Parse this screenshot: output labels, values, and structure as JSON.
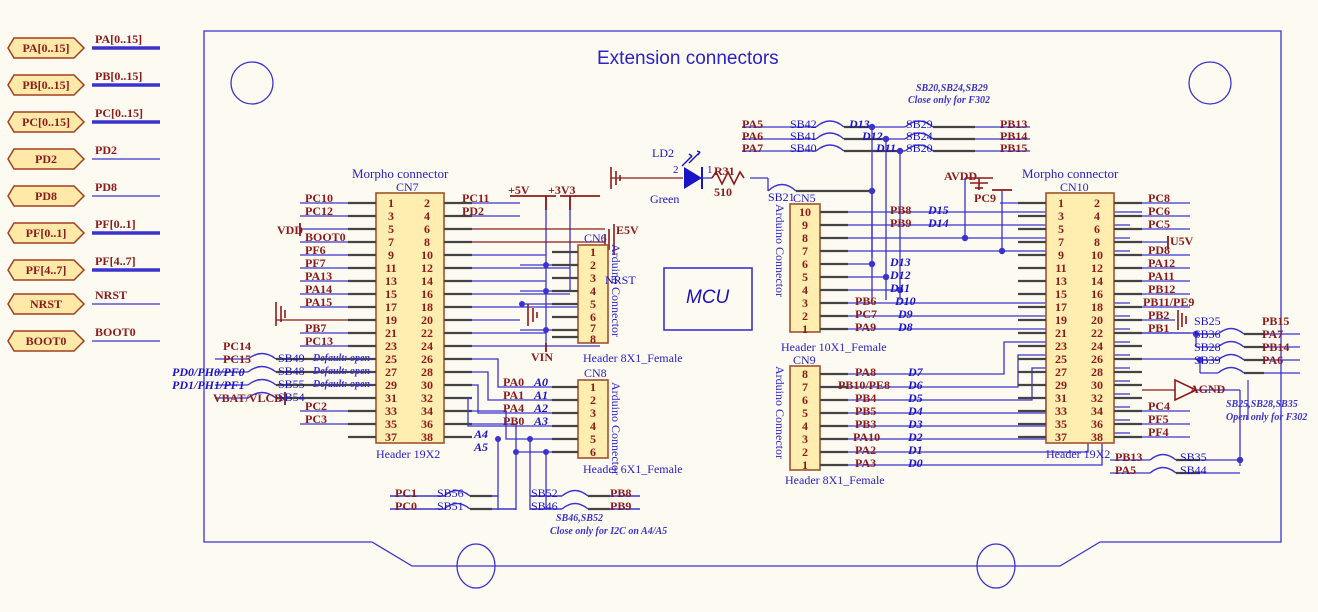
{
  "title": "Extension connectors",
  "mcu_block": {
    "label": "MCU"
  },
  "colors": {
    "wire": "#3b33d0",
    "bus": "#3b33d0",
    "net_text": "#8b1a1a",
    "blue_text": "#1a14c8",
    "port_fill": "#ffe9a8",
    "port_stroke": "#a04020",
    "conn_fill": "#ffeeb0",
    "conn_stroke": "#a0522d",
    "background": "#fdfaf2"
  },
  "left_ports": [
    {
      "name": "PA[0..15]",
      "net": "PA[0..15]",
      "bus": true
    },
    {
      "name": "PB[0..15]",
      "net": "PB[0..15]",
      "bus": true
    },
    {
      "name": "PC[0..15]",
      "net": "PC[0..15]",
      "bus": true
    },
    {
      "name": "PD2",
      "net": "PD2",
      "bus": false
    },
    {
      "name": "PD8",
      "net": "PD8",
      "bus": false
    },
    {
      "name": "PF[0..1]",
      "net": "PF[0..1]",
      "bus": true
    },
    {
      "name": "PF[4..7]",
      "net": "PF[4..7]",
      "bus": true
    },
    {
      "name": "NRST",
      "net": "NRST",
      "bus": false
    },
    {
      "name": "BOOT0",
      "net": "BOOT0",
      "bus": false
    }
  ],
  "connectors": {
    "cn7": {
      "title": "Morpho connector",
      "ref": "CN7",
      "footprint": "Header 19X2",
      "left_pins": [
        "1",
        "3",
        "5",
        "7",
        "9",
        "11",
        "13",
        "15",
        "17",
        "19",
        "21",
        "23",
        "25",
        "27",
        "29",
        "31",
        "33",
        "35",
        "37"
      ],
      "right_pins": [
        "2",
        "4",
        "6",
        "8",
        "10",
        "12",
        "14",
        "16",
        "18",
        "20",
        "22",
        "24",
        "26",
        "28",
        "30",
        "32",
        "34",
        "36",
        "38"
      ],
      "left_labels": [
        "PC10",
        "PC12",
        "",
        "BOOT0",
        "PF6",
        "PF7",
        "PA13",
        "PA14",
        "PA15",
        "",
        "PB7",
        "PC13",
        "",
        "",
        "",
        "",
        "",
        "PC2",
        "PC3"
      ],
      "right_labels": [
        "PC11",
        "PD2",
        "",
        "",
        "",
        "",
        "",
        "",
        "",
        "",
        "",
        "",
        "",
        "",
        "",
        "",
        "",
        "",
        ""
      ]
    },
    "cn6": {
      "ref": "CN6",
      "side_label": "Arduino Connector",
      "footprint": "Header 8X1_Female",
      "pins": [
        "1",
        "2",
        "3",
        "4",
        "5",
        "6",
        "7",
        "8"
      ]
    },
    "cn8": {
      "ref": "CN8",
      "side_label": "Arduino Connector",
      "footprint": "Header 6X1_Female",
      "pins": [
        "1",
        "2",
        "3",
        "4",
        "5",
        "6"
      ],
      "nets": [
        {
          "mcu": "PA0",
          "ard": "A0"
        },
        {
          "mcu": "PA1",
          "ard": "A1"
        },
        {
          "mcu": "PA4",
          "ard": "A2"
        },
        {
          "mcu": "PB0",
          "ard": "A3"
        },
        {
          "mcu": "",
          "ard": "A4"
        },
        {
          "mcu": "",
          "ard": "A5"
        }
      ]
    },
    "cn5": {
      "ref": "CN5",
      "side_label": "Arduino Connector",
      "footprint": "Header 10X1_Female",
      "pins": [
        "10",
        "9",
        "8",
        "7",
        "6",
        "5",
        "4",
        "3",
        "2",
        "1"
      ],
      "nets": [
        {
          "mcu": "PB8",
          "ard": "D15"
        },
        {
          "mcu": "PB9",
          "ard": "D14"
        },
        {
          "mcu": "",
          "ard": ""
        },
        {
          "mcu": "",
          "ard": ""
        },
        {
          "mcu": "",
          "ard": "D13"
        },
        {
          "mcu": "",
          "ard": "D12"
        },
        {
          "mcu": "",
          "ard": "D11"
        },
        {
          "mcu": "PB6",
          "ard": "D10"
        },
        {
          "mcu": "PC7",
          "ard": "D9"
        },
        {
          "mcu": "PA9",
          "ard": "D8"
        }
      ]
    },
    "cn9": {
      "ref": "CN9",
      "side_label": "Arduino Connector",
      "footprint": "Header 8X1_Female",
      "pins": [
        "8",
        "7",
        "6",
        "5",
        "4",
        "3",
        "2",
        "1"
      ],
      "nets": [
        {
          "mcu": "PA8",
          "ard": "D7"
        },
        {
          "mcu": "PB10/PE8",
          "ard": "D6"
        },
        {
          "mcu": "PB4",
          "ard": "D5"
        },
        {
          "mcu": "PB5",
          "ard": "D4"
        },
        {
          "mcu": "PB3",
          "ard": "D3"
        },
        {
          "mcu": "PA10",
          "ard": "D2"
        },
        {
          "mcu": "PA2",
          "ard": "D1"
        },
        {
          "mcu": "PA3",
          "ard": "D0"
        }
      ]
    },
    "cn10": {
      "title": "Morpho connector",
      "ref": "CN10",
      "footprint": "Header 19X2",
      "left_pins": [
        "1",
        "3",
        "5",
        "7",
        "9",
        "11",
        "13",
        "15",
        "17",
        "19",
        "21",
        "23",
        "25",
        "27",
        "29",
        "31",
        "33",
        "35",
        "37"
      ],
      "right_pins": [
        "2",
        "4",
        "6",
        "8",
        "10",
        "12",
        "14",
        "16",
        "18",
        "20",
        "22",
        "24",
        "26",
        "28",
        "30",
        "32",
        "34",
        "36",
        "38"
      ],
      "left_labels": [
        "PC9",
        "",
        "",
        "",
        "",
        "",
        "",
        "",
        "",
        "",
        "",
        "",
        "",
        "",
        "",
        "",
        "",
        "",
        ""
      ],
      "right_labels": [
        "PC8",
        "PC6",
        "PC5",
        "",
        "PD8",
        "PA12",
        "PA11",
        "PB12",
        "PB11/PE9",
        "PB2",
        "PB1",
        "",
        "",
        "",
        "",
        "",
        "PC4",
        "PF5",
        "PF4"
      ]
    }
  },
  "power_nets": [
    "VDD",
    "+5V",
    "+3V3",
    "E5V",
    "VIN",
    "AVDD",
    "U5V",
    "VBAT/VLCD",
    "AGND"
  ],
  "led": {
    "ref": "LD2",
    "color_label": "Green",
    "pin1": "1",
    "pin2": "2"
  },
  "resistor": {
    "ref": "R31",
    "value": "510"
  },
  "solder_bridges_cn7": [
    {
      "net": "PC14",
      "sb": "SB49",
      "note": "Default: open"
    },
    {
      "net": "PC15",
      "sb": "SB48",
      "note": "Default: open"
    },
    {
      "net": "PD0/PH0/PF0",
      "sb": "SB55",
      "note": "Default: open"
    },
    {
      "net": "PD1/PH1/PF1",
      "sb": "SB54",
      "note": ""
    }
  ],
  "solder_bridges_top": [
    {
      "left_net": "PA5",
      "left_sb": "SB42",
      "mid": "D13",
      "right_sb": "SB29",
      "right_net": "PB13"
    },
    {
      "left_net": "PA6",
      "left_sb": "SB41",
      "mid": "D12",
      "right_sb": "SB24",
      "right_net": "PB14"
    },
    {
      "left_net": "PA7",
      "left_sb": "SB40",
      "mid": "D11",
      "right_sb": "SB20",
      "right_net": "PB15"
    }
  ],
  "solder_bridges_right": [
    {
      "sb": "SB25",
      "net": "PB15"
    },
    {
      "sb": "SB36",
      "net": "PA7"
    },
    {
      "sb": "SB28",
      "net": "PB14"
    },
    {
      "sb": "SB39",
      "net": "PA6"
    }
  ],
  "solder_bridges_bottom_right": [
    {
      "net": "PB13",
      "sb": "SB35"
    },
    {
      "net": "PA5",
      "sb": "SB44"
    }
  ],
  "solder_bridges_bottom_left": [
    {
      "net": "PC1",
      "sb": "SB56"
    },
    {
      "net": "PC0",
      "sb": "SB51"
    }
  ],
  "solder_bridges_bottom_mid": [
    {
      "sb": "SB52",
      "net": "PB8"
    },
    {
      "sb": "SB46",
      "net": "PB9"
    }
  ],
  "sb21": "SB21",
  "notes": [
    {
      "id": "note-f302-top",
      "line1": "SB20,SB24,SB29",
      "line2": "Close only for F302"
    },
    {
      "id": "note-f302-right",
      "line1": "SB25,SB28,SB35",
      "line2": "Open only for F302"
    },
    {
      "id": "note-i2c",
      "line1": "SB46,SB52",
      "line2": "Close only for I2C on A4/A5"
    }
  ],
  "misc_labels": {
    "nrst": "NRST"
  }
}
